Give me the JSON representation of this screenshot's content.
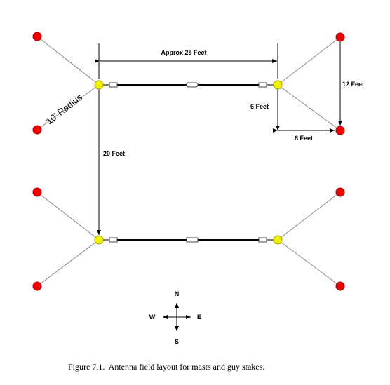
{
  "labels": {
    "span": "Approx 25 Feet",
    "radius": "10' Radius",
    "mast_spacing": "20 Feet",
    "guy_height": "6 Feet",
    "guy_offset": "8 Feet",
    "guy_spread": "12 Feet"
  },
  "compass": {
    "n": "N",
    "s": "S",
    "e": "E",
    "w": "W"
  },
  "caption": "Figure 7.1.  Antenna field layout for masts and guy stakes.",
  "colors": {
    "stake": "#ee0000",
    "mast": "#f2f200",
    "guy_line": "#8a8a8a",
    "wire": "#000000"
  }
}
